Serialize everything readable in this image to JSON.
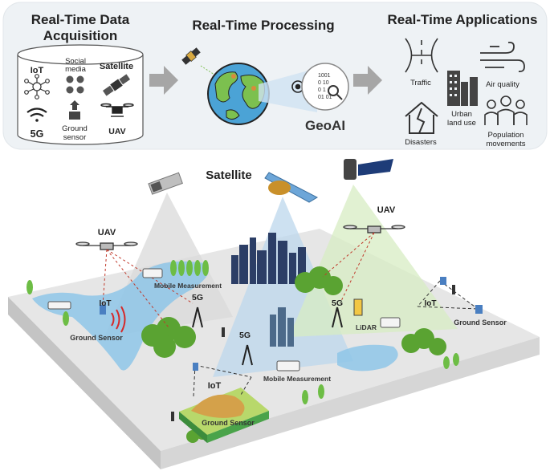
{
  "panel": {
    "acquisition": {
      "title_line1": "Real-Time Data",
      "title_line2": "Acquisition",
      "iot": "IoT",
      "social_line1": "Social",
      "social_line2": "media",
      "satellite": "Satellite",
      "fiveg": "5G",
      "ground_line1": "Ground",
      "ground_line2": "sensor",
      "uav": "UAV"
    },
    "processing": {
      "title": "Real-Time Processing",
      "geoai": "GeoAI",
      "binary_rows": [
        "1001",
        "0 10",
        "0 1",
        "01 01"
      ]
    },
    "applications": {
      "title": "Real-Time Applications",
      "traffic": "Traffic",
      "air_quality": "Air quality",
      "urban_line1": "Urban",
      "urban_line2": "land use",
      "disasters": "Disasters",
      "population_line1": "Population",
      "population_line2": "movements"
    }
  },
  "scene": {
    "satellite": "Satellite",
    "uav_left": "UAV",
    "uav_right": "UAV",
    "mobile_measurement_top": "Mobile Measurement",
    "mobile_measurement_bottom": "Mobile Measurement",
    "iot_left": "IoT",
    "iot_right": "IoT",
    "iot_bottom": "IoT",
    "ground_sensor_left": "Ground Sensor",
    "ground_sensor_right": "Ground Sensor",
    "ground_sensor_bottom": "Ground Sensor",
    "fiveg_left": "5G",
    "fiveg_right": "5G",
    "fiveg_center": "5G",
    "lidar": "LiDAR"
  },
  "colors": {
    "panel_bg": "#eef2f5",
    "arrow_gray": "#a6a6a6",
    "ocean": "#4ba3d6",
    "land_green": "#7cc04f",
    "ground_top": "#e6e6e6",
    "ground_front": "#cfcfcf",
    "sat_cone_blue": "#bcd7ec",
    "sat_cone_green": "#d7ecc3",
    "sat_cone_gray": "#d9d9d9",
    "link_red": "#c0392b",
    "link_dark": "#333333",
    "water": "#8ec6e8"
  }
}
